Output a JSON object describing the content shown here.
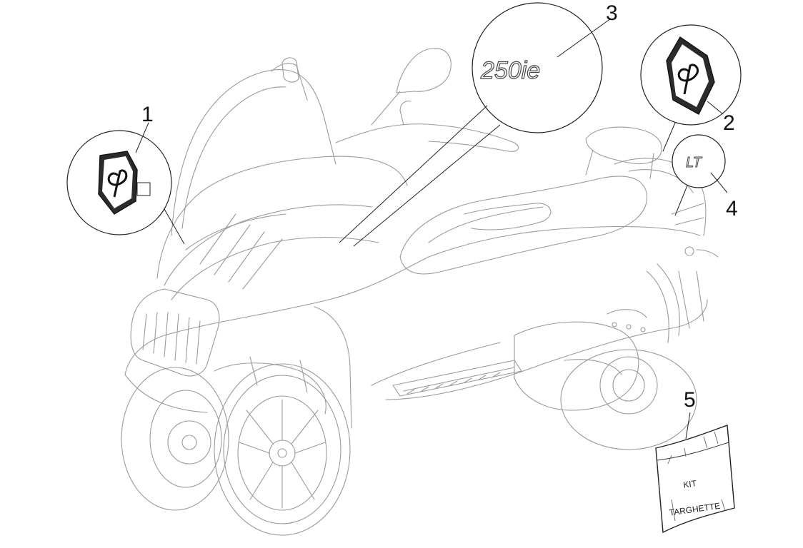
{
  "diagram": {
    "parts": [
      {
        "number": "1",
        "item": "front-emblem"
      },
      {
        "number": "2",
        "item": "rear-emblem"
      },
      {
        "number": "3",
        "item": "model-badge",
        "badge_text": "250ie"
      },
      {
        "number": "4",
        "item": "lt-badge",
        "badge_text": "LT"
      },
      {
        "number": "5",
        "item": "plate-kit",
        "kit_text_line1": "KIT",
        "kit_text_line2": "TARGHETTE"
      }
    ],
    "colors": {
      "outline": "#8a8a8a",
      "ink": "#111111",
      "emblem_fill": "#2b2b2b",
      "background": "#ffffff"
    },
    "icons": [
      "piaggio-logo-icon",
      "scooter-drawing"
    ]
  }
}
